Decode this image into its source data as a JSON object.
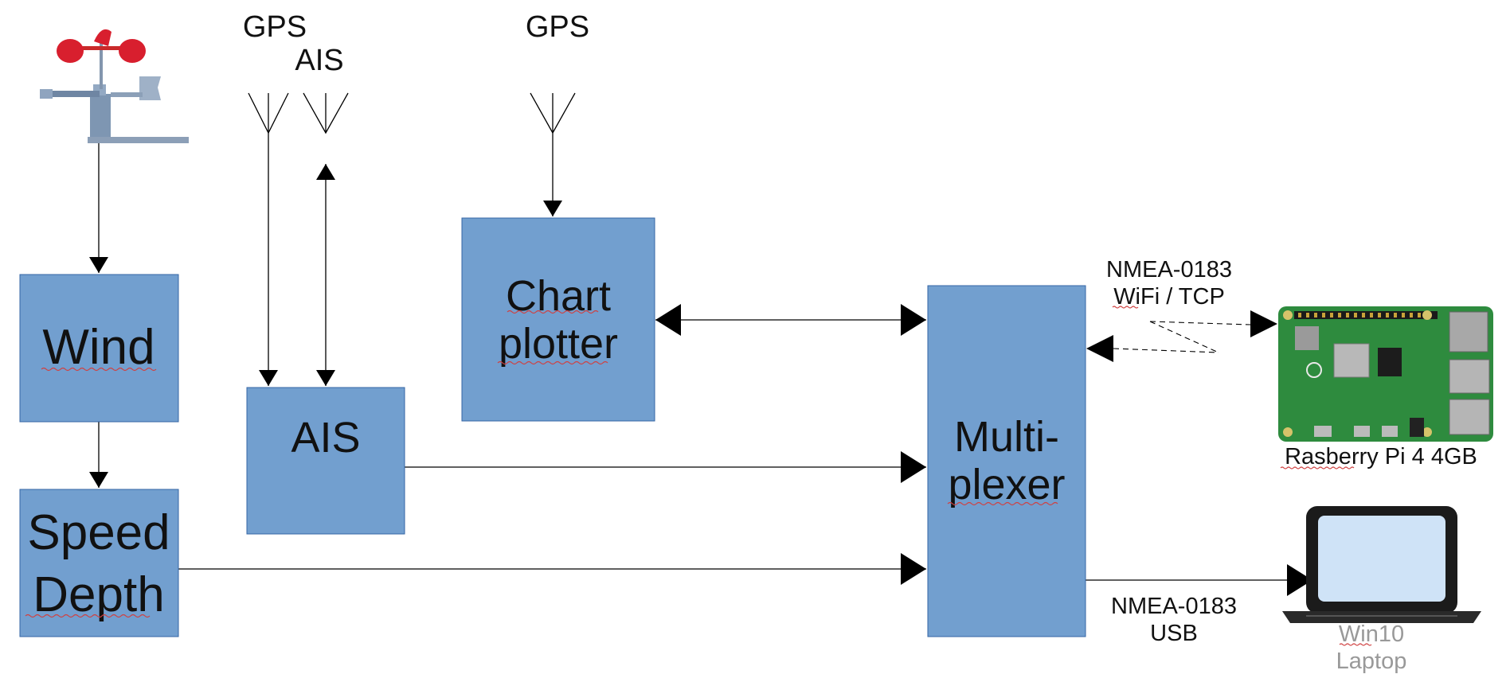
{
  "labels": {
    "gps_left": "GPS",
    "ais_antenna": "AIS",
    "gps_right": "GPS",
    "nmea_wifi_line1": "NMEA-0183",
    "nmea_wifi_line2": "WiFi / TCP",
    "nmea_usb_line1": "NMEA-0183",
    "nmea_usb_line2": "USB",
    "raspberry": "Rasberry Pi 4 4GB",
    "laptop_line1": "Win10",
    "laptop_line2": "Laptop"
  },
  "boxes": {
    "wind": "Wind",
    "speed_line1": "Speed",
    "speed_line2": "Depth",
    "ais": "AIS",
    "chart_line1": "Chart",
    "chart_line2": "plotter",
    "mux_line1": "Multi-",
    "mux_line2": "plexer"
  },
  "colors": {
    "box_fill": "#729fcf",
    "box_stroke": "#3465a4",
    "line": "#000000",
    "pcb": "#2e8b3e",
    "laptop_screen": "#cfe3f7",
    "laptop_text": "#999999"
  },
  "icons": [
    "anemometer-icon",
    "antenna-icon",
    "raspberry-pi-board-icon",
    "laptop-icon"
  ]
}
